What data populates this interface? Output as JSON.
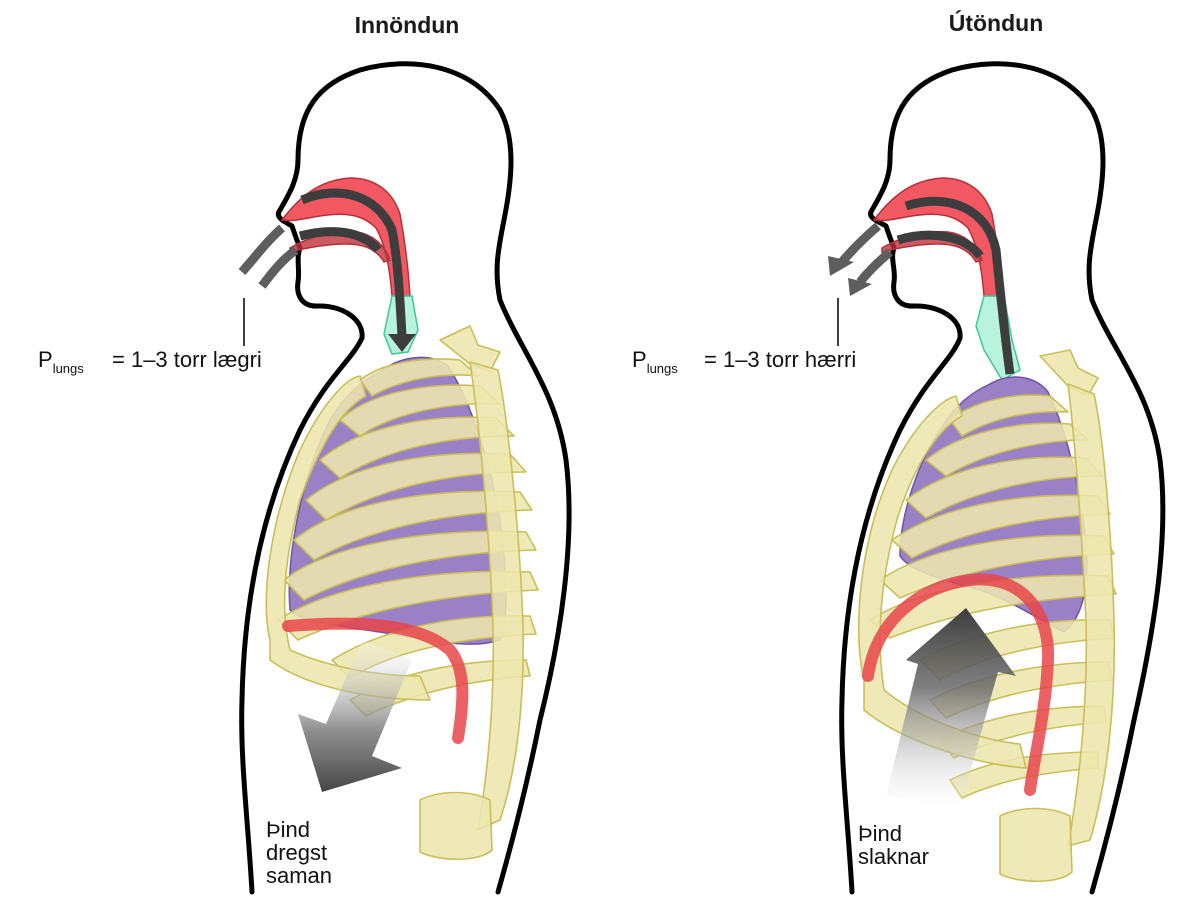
{
  "panels": [
    {
      "title": "Innöndun",
      "pressure": {
        "symbol": "P",
        "subscript": "lungs",
        "text": "= 1–3 torr lægri"
      },
      "diaphragm_label": [
        "Þind",
        "dregst",
        "saman"
      ]
    },
    {
      "title": "Útöndun",
      "pressure": {
        "symbol": "P",
        "subscript": "lungs",
        "text": "= 1–3 torr hærri"
      },
      "diaphragm_label": [
        "Þind",
        "slaknar"
      ]
    }
  ],
  "colors": {
    "outline": "#000000",
    "bone": "#ede6ae",
    "bone_stroke": "#c9bf58",
    "lung": "#9a80c4",
    "airway": "#f03b47",
    "trachea": "#a6f0d4",
    "diaphragm": "#e8454a",
    "arrow": "#555555"
  }
}
